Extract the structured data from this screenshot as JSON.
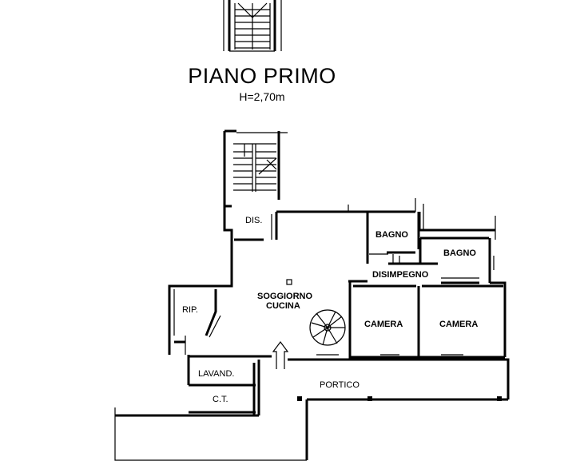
{
  "title": "PIANO PRIMO",
  "subtitle": "H=2,70m",
  "rooms": {
    "dis": "DIS.",
    "bagno1": "BAGNO",
    "bagno2": "BAGNO",
    "disimpegno": "DISIMPEGNO",
    "soggiorno": "SOGGIORNO",
    "cucina": "CUCINA",
    "rip": "RIP.",
    "camera1": "CAMERA",
    "camera2": "CAMERA",
    "lavand": "LAVAND.",
    "ct": "C.T.",
    "portico": "PORTICO"
  }
}
